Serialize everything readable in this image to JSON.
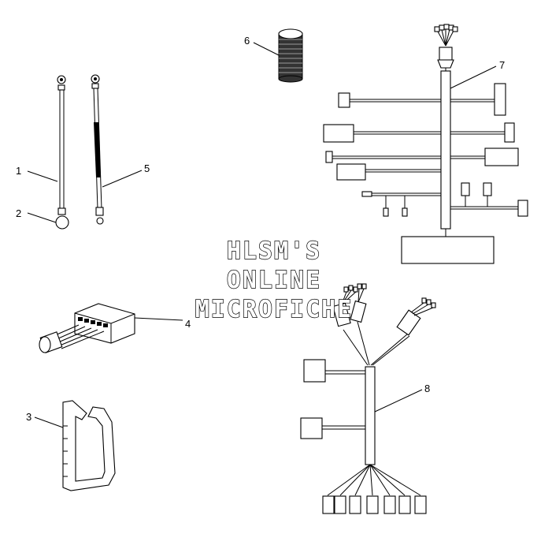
{
  "callouts": [
    "1",
    "2",
    "3",
    "4",
    "5",
    "6",
    "7",
    "8"
  ],
  "watermark": {
    "line1": "HLSM'S",
    "line2": "ONLINE",
    "line3": "MICROFICHE"
  },
  "colors": {
    "ink": "#000000",
    "paper": "#ffffff"
  }
}
